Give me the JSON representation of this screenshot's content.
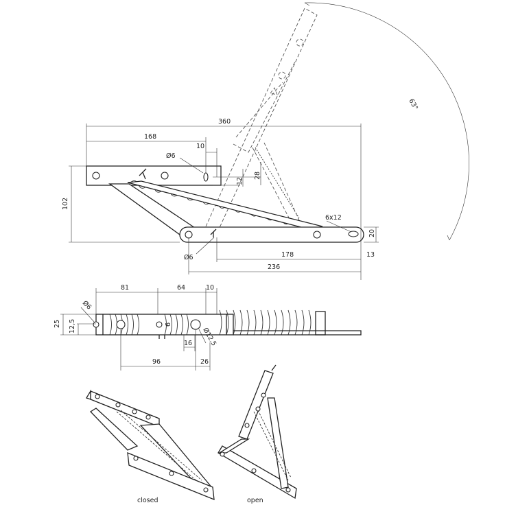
{
  "angle": "63°",
  "side_view": {
    "overall_width": "360",
    "pivot_offset": "168",
    "slot_offset": "10",
    "slot_diameter": "Ø6",
    "slot_h1": "12",
    "slot_h2": "28",
    "height": "102",
    "slot_size": "6x12",
    "base_height": "20",
    "hole_diameter": "Ø6",
    "hole_spacing": "178",
    "end_offset": "13",
    "base_length": "236"
  },
  "top_view": {
    "dim_81": "81",
    "dim_64": "64",
    "dim_10": "10",
    "dim_d6": "Ø6",
    "dim_25": "25",
    "dim_12_5": "12,5",
    "dim_6": "6",
    "dim_16": "16",
    "dim_d12_5": "Ø12,5",
    "dim_96": "96",
    "dim_26": "26"
  },
  "captions": {
    "closed": "closed",
    "open": "open"
  }
}
